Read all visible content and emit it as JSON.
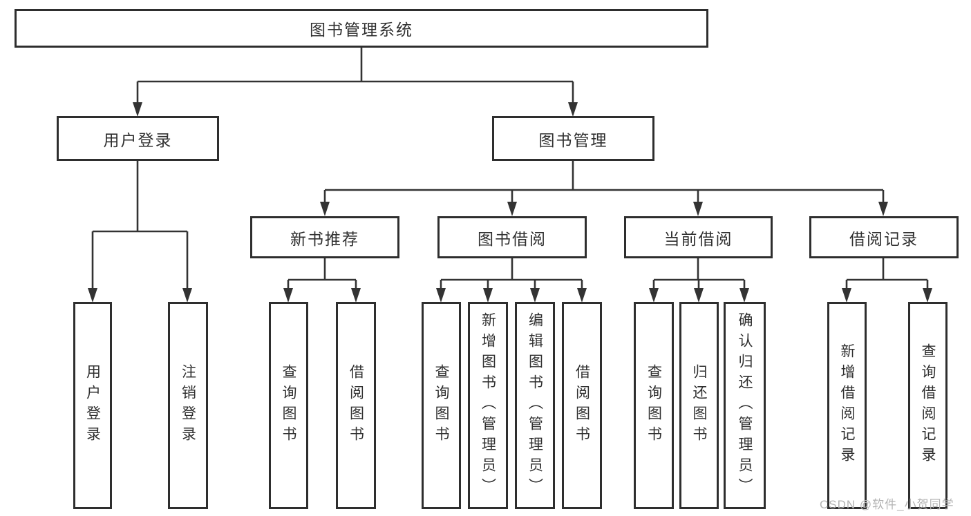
{
  "tree": {
    "label": "图书管理系统",
    "children": [
      {
        "label": "用户登录",
        "children": [
          {
            "label": "用户登录"
          },
          {
            "label": "注销登录"
          }
        ]
      },
      {
        "label": "图书管理",
        "children": [
          {
            "label": "新书推荐",
            "children": [
              {
                "label": "查询图书"
              },
              {
                "label": "借阅图书"
              }
            ]
          },
          {
            "label": "图书借阅",
            "children": [
              {
                "label": "查询图书"
              },
              {
                "label": "新增图书（管理员）"
              },
              {
                "label": "编辑图书（管理员）"
              },
              {
                "label": "借阅图书"
              }
            ]
          },
          {
            "label": "当前借阅",
            "children": [
              {
                "label": "查询图书"
              },
              {
                "label": "归还图书"
              },
              {
                "label": "确认归还（管理员）"
              }
            ]
          },
          {
            "label": "借阅记录",
            "children": [
              {
                "label": "新增借阅记录"
              },
              {
                "label": "查询借阅记录"
              }
            ]
          }
        ]
      }
    ]
  },
  "watermark": {
    "text": "CSDN @软件_小贺同学"
  },
  "colors": {
    "line": "#333333",
    "border": "#2e2e2e",
    "text": "#303030",
    "watermark": "#b3b3b3",
    "background": "#ffffff"
  }
}
